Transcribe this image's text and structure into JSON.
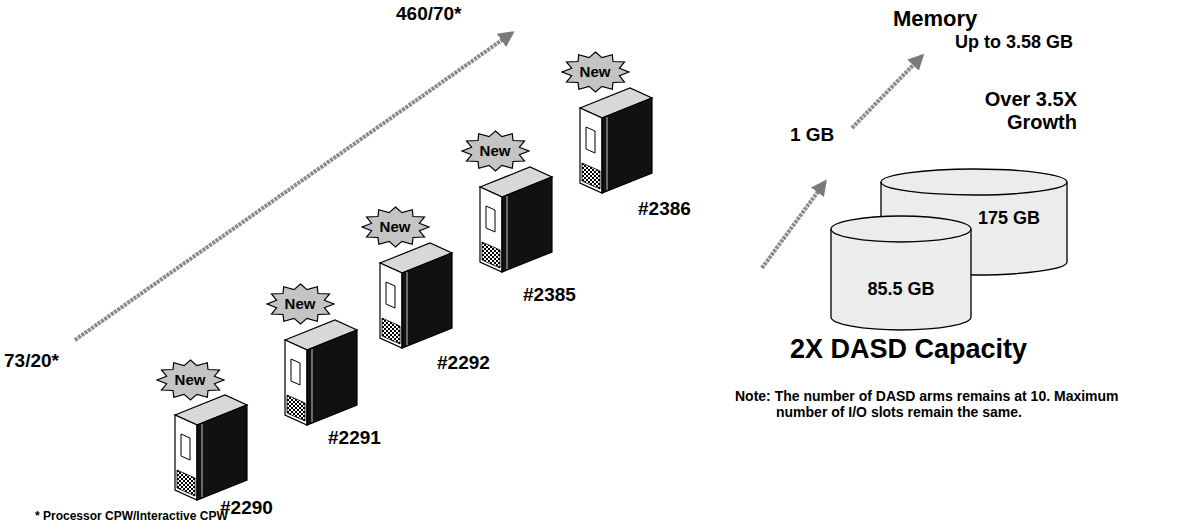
{
  "diagram": {
    "nodes": [
      {
        "text": [
          "New"
        ]
      },
      {
        "text": [
          "New"
        ]
      },
      {
        "text": [
          "New"
        ]
      },
      {
        "text": [
          "New"
        ]
      },
      {
        "text": [
          "New"
        ]
      },
      {
        "text": [
          "175 GB"
        ]
      },
      {
        "text": [
          "85.5 GB"
        ]
      }
    ],
    "labels": [
      "460/70*",
      "Memory",
      "Up to 3.58 GB",
      "Over 3.5X Growth",
      "1 GB",
      "#2386",
      "#2385",
      "#2292",
      "#2291",
      "73/20*",
      "#2290",
      "2X DASD Capacity",
      "Note: The number of DASD arms remains at 10. Maximum number of I/O slots remain the same.",
      "* Processor CPW/Interactive CPW"
    ]
  }
}
